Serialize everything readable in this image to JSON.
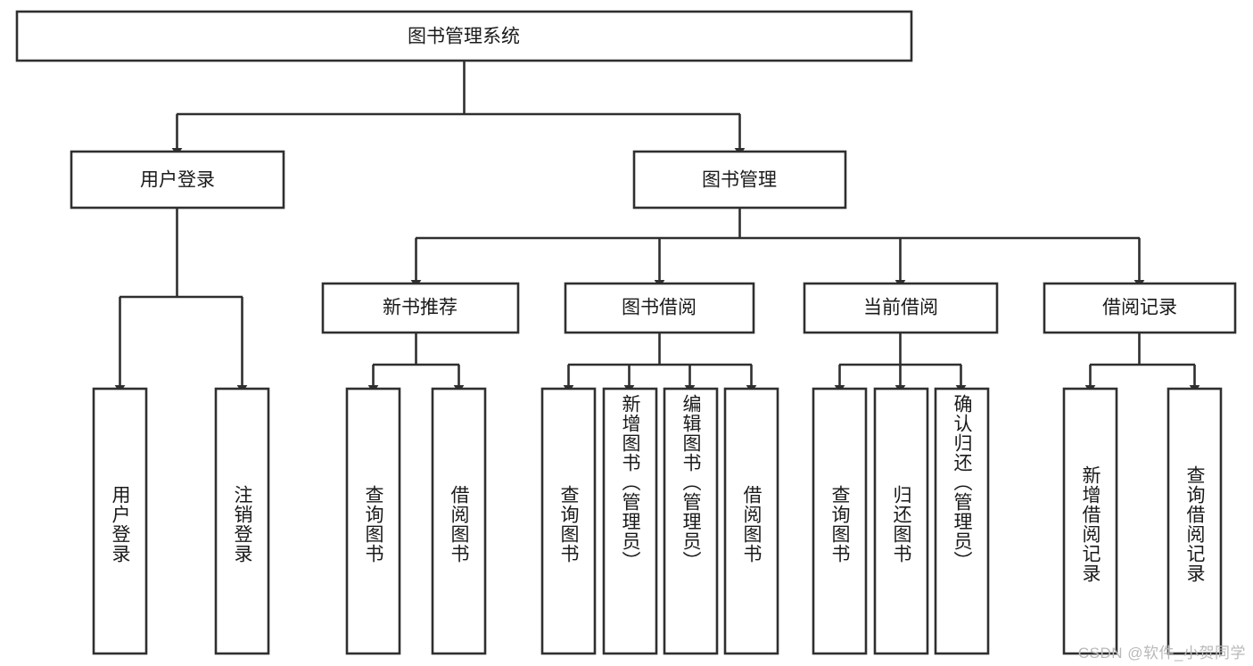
{
  "diagram": {
    "title": "图书管理系统",
    "type": "tree-hierarchy",
    "root": {
      "label": "图书管理系统"
    },
    "level2": [
      {
        "label": "用户登录"
      },
      {
        "label": "图书管理"
      }
    ],
    "level3": [
      {
        "label": "新书推荐"
      },
      {
        "label": "图书借阅"
      },
      {
        "label": "当前借阅"
      },
      {
        "label": "借阅记录"
      }
    ],
    "leaves": {
      "user_login": [
        {
          "label": "用户登录"
        },
        {
          "label": "注销登录"
        }
      ],
      "new_book_recommend": [
        {
          "label": "查询图书"
        },
        {
          "label": "借阅图书"
        }
      ],
      "book_borrow": [
        {
          "label": "查询图书"
        },
        {
          "label": "新增图书（管理员）"
        },
        {
          "label": "编辑图书（管理员）"
        },
        {
          "label": "借阅图书"
        }
      ],
      "current_borrow": [
        {
          "label": "查询图书"
        },
        {
          "label": "归还图书"
        },
        {
          "label": "确认归还（管理员）"
        }
      ],
      "borrow_record": [
        {
          "label": "新增借阅记录"
        },
        {
          "label": "查询借阅记录"
        }
      ]
    }
  },
  "watermark": {
    "text": "CSDN @软件_小贺同学"
  },
  "colors": {
    "stroke": "#2f2f2f",
    "box_fill": "#ffffff",
    "text": "#1a1a1a",
    "background": "#ffffff",
    "watermark": "#b9b9b9"
  }
}
